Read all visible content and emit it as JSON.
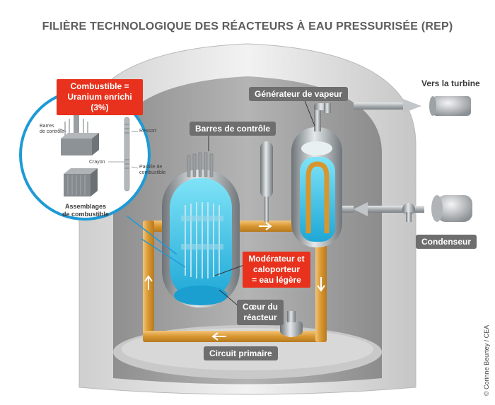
{
  "title": "FILIÈRE TECHNOLOGIQUE DES RÉACTEURS À EAU PRESSURISÉE (REP)",
  "labels": {
    "steam_generator": "Générateur de vapeur",
    "control_rods": "Barres de contrôle",
    "turbine": "Vers la turbine",
    "condenser": "Condenseur",
    "moderator_line1": "Modérateur et",
    "moderator_line2": "caloporteur",
    "moderator_line3": "= eau légère",
    "core_line1": "Cœur du",
    "core_line2": "réacteur",
    "primary_circuit": "Circuit primaire",
    "fuel_line1": "Combustible =",
    "fuel_line2": "Uranium enrichi (3%)",
    "inset_control_rods_line1": "Barres",
    "inset_control_rods_line2": "de contrôle",
    "inset_spring": "Ressort",
    "inset_rod": "Crayon",
    "inset_pellet_line1": "Pastille de",
    "inset_pellet_line2": "combustible",
    "assemblies_line1": "Assemblages",
    "assemblies_line2": "de combustible"
  },
  "credit": "© Corinne Beurtey / CEA",
  "colors": {
    "warning_red": "#e8321d",
    "label_gray": "#6e6e6e",
    "inset_blue": "#1e9ad6",
    "water_blue": "#3fc3e6",
    "primary_pipe": "#d79a3b"
  }
}
